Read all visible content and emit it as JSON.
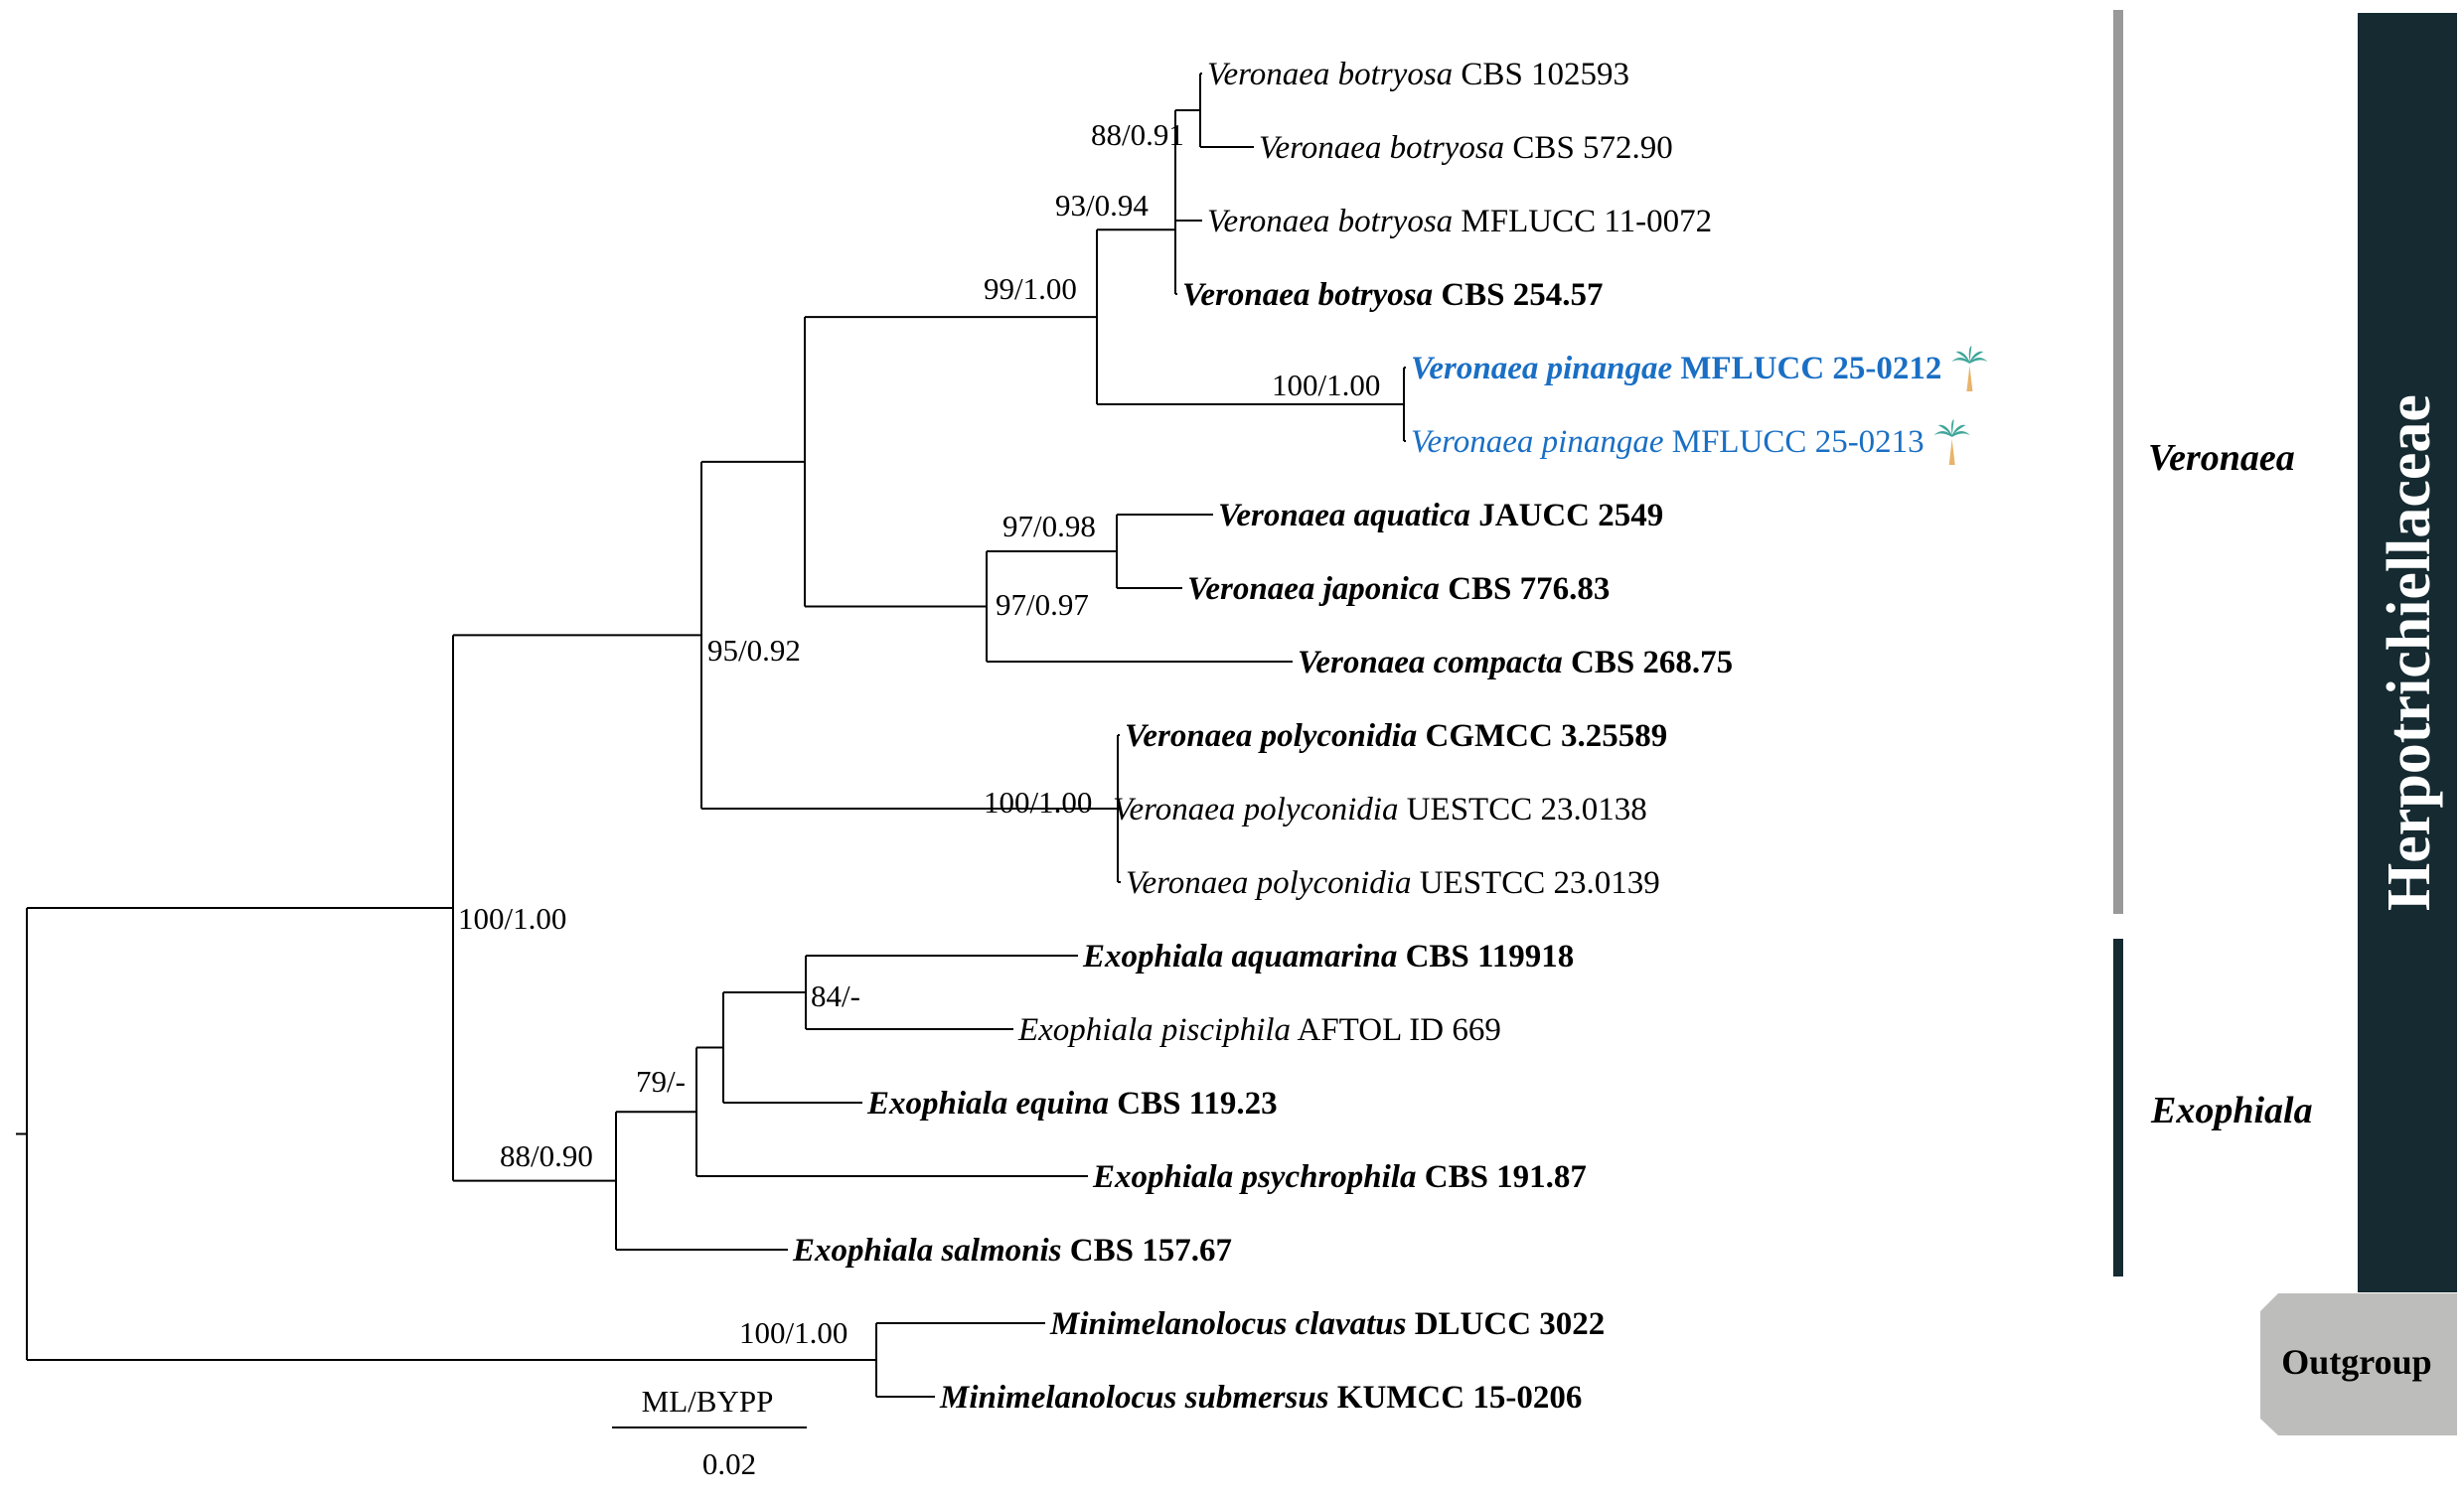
{
  "legend": {
    "support_key": "ML/BYPP",
    "scale_value": "0.02"
  },
  "colors": {
    "new_species": "#1a6fc4",
    "veronaea_bar": "#999999",
    "exophiala_bar": "#152a31",
    "family_box": "#152a31",
    "outgroup_box": "#bdbdbb",
    "palm_icon": "#3fa69a"
  },
  "family": {
    "name": "Herpotrichiellaceae"
  },
  "genera": [
    {
      "key": "veronaea",
      "name": "Veronaea"
    },
    {
      "key": "exophiala",
      "name": "Exophiala"
    }
  ],
  "outgroup": {
    "label": "Outgroup"
  },
  "taxa": [
    {
      "genus": "Veronaea botryosa",
      "strain": "CBS 102593",
      "bold": false,
      "highlight": false,
      "icon": ""
    },
    {
      "genus": "Veronaea botryosa",
      "strain": "CBS 572.90",
      "bold": false,
      "highlight": false,
      "icon": ""
    },
    {
      "genus": "Veronaea botryosa",
      "strain": "MFLUCC 11-0072",
      "bold": false,
      "highlight": false,
      "icon": ""
    },
    {
      "genus": "Veronaea botryosa",
      "strain": "CBS 254.57",
      "bold": true,
      "highlight": false,
      "icon": ""
    },
    {
      "genus": "Veronaea pinangae",
      "strain": "MFLUCC 25-0212",
      "bold": true,
      "highlight": true,
      "icon": "palm-tree-icon"
    },
    {
      "genus": "Veronaea pinangae",
      "strain": "MFLUCC 25-0213",
      "bold": false,
      "highlight": true,
      "icon": "palm-tree-icon"
    },
    {
      "genus": "Veronaea aquatica",
      "strain": "JAUCC 2549",
      "bold": true,
      "highlight": false,
      "icon": ""
    },
    {
      "genus": "Veronaea japonica",
      "strain": "CBS 776.83",
      "bold": true,
      "highlight": false,
      "icon": ""
    },
    {
      "genus": "Veronaea compacta",
      "strain": "CBS 268.75",
      "bold": true,
      "highlight": false,
      "icon": ""
    },
    {
      "genus": "Veronaea polyconidia",
      "strain": "CGMCC 3.25589",
      "bold": true,
      "highlight": false,
      "icon": ""
    },
    {
      "genus": "Veronaea polyconidia",
      "strain": "UESTCC 23.0138",
      "bold": false,
      "highlight": false,
      "icon": ""
    },
    {
      "genus": "Veronaea polyconidia",
      "strain": "UESTCC 23.0139",
      "bold": false,
      "highlight": false,
      "icon": ""
    },
    {
      "genus": "Exophiala aquamarina",
      "strain": "CBS 119918",
      "bold": true,
      "highlight": false,
      "icon": ""
    },
    {
      "genus": "Exophiala pisciphila",
      "strain": "AFTOL ID 669",
      "bold": false,
      "highlight": false,
      "icon": ""
    },
    {
      "genus": "Exophiala equina",
      "strain": "CBS 119.23",
      "bold": true,
      "highlight": false,
      "icon": ""
    },
    {
      "genus": "Exophiala psychrophila",
      "strain": "CBS 191.87",
      "bold": true,
      "highlight": false,
      "icon": ""
    },
    {
      "genus": "Exophiala salmonis",
      "strain": "CBS 157.67",
      "bold": true,
      "highlight": false,
      "icon": ""
    },
    {
      "genus": "Minimelanolocus clavatus",
      "strain": "DLUCC 3022",
      "bold": true,
      "highlight": false,
      "icon": ""
    },
    {
      "genus": "Minimelanolocus submersus",
      "strain": "KUMCC 15-0206",
      "bold": true,
      "highlight": false,
      "icon": ""
    }
  ],
  "supports": [
    {
      "key": "botryosa-inner",
      "value": "88/0.91"
    },
    {
      "key": "botryosa",
      "value": "93/0.94"
    },
    {
      "key": "botryosa-pinangae",
      "value": "99/1.00"
    },
    {
      "key": "pinangae",
      "value": "100/1.00"
    },
    {
      "key": "aquatica-japonica",
      "value": "97/0.98"
    },
    {
      "key": "aquatica-compacta",
      "value": "97/0.97"
    },
    {
      "key": "veronaea-core",
      "value": "95/0.92"
    },
    {
      "key": "polyconidia",
      "value": "100/1.00"
    },
    {
      "key": "ingroup",
      "value": "100/1.00"
    },
    {
      "key": "aquamarina-pisciphila",
      "value": "84/-"
    },
    {
      "key": "exophiala-core",
      "value": "79/-"
    },
    {
      "key": "exophiala",
      "value": "88/0.90"
    },
    {
      "key": "minimelanolocus",
      "value": "100/1.00"
    }
  ]
}
